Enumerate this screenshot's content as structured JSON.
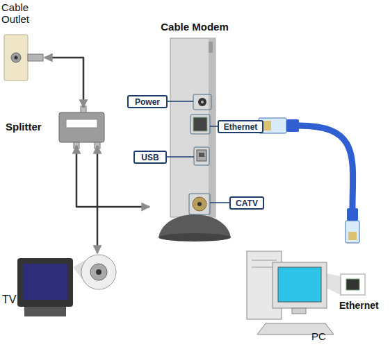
{
  "diagram": {
    "nodes": [
      {
        "text": [
          "Cable Outlet"
        ]
      },
      {
        "text": [
          "Cable Modem"
        ]
      },
      {
        "text": [
          "Power"
        ],
        "in": 1
      },
      {
        "text": [
          "Ethernet"
        ],
        "in": 1
      },
      {
        "text": [
          "USB"
        ],
        "in": 1
      },
      {
        "text": [
          "CATV"
        ],
        "in": 1
      },
      {
        "text": [
          "Splitter"
        ]
      },
      {
        "text": [
          "TV"
        ]
      },
      {
        "text": [
          "PC"
        ]
      }
    ],
    "edges": [
      {
        "from": 0,
        "to": 6,
        "arrow": "both"
      },
      {
        "from": 6,
        "to": 1,
        "arrow": "both"
      },
      {
        "from": 6,
        "to": 7,
        "arrow": "both"
      },
      {
        "from": 1,
        "to": 8,
        "arrow": "none"
      }
    ],
    "labels": [
      "Ethernet"
    ]
  }
}
